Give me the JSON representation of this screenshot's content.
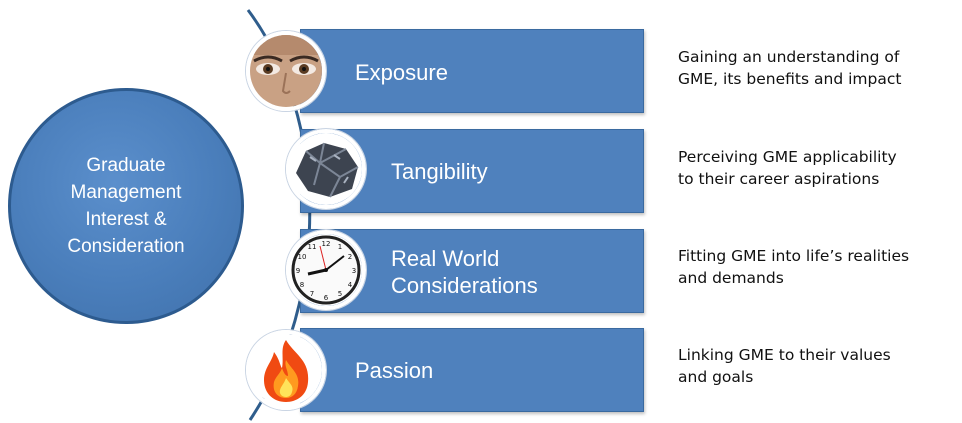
{
  "center": {
    "label": "Graduate\nManagement\nInterest &\nConsideration"
  },
  "stages": [
    {
      "label": "Exposure",
      "icon": "eyes-icon",
      "description": "Gaining an understanding of\nGME, its benefits and impact"
    },
    {
      "label": "Tangibility",
      "icon": "rock-icon",
      "description": "Perceiving GME applicability\nto their career aspirations"
    },
    {
      "label": "Real World\nConsiderations",
      "icon": "clock-icon",
      "description": "Fitting GME into life’s realities\nand demands"
    },
    {
      "label": "Passion",
      "icon": "flame-icon",
      "description": "Linking GME to their values\nand goals"
    }
  ],
  "colors": {
    "bar": "#4f81bd",
    "circle": "#4a7ebb",
    "curve": "#2f5d8c"
  }
}
